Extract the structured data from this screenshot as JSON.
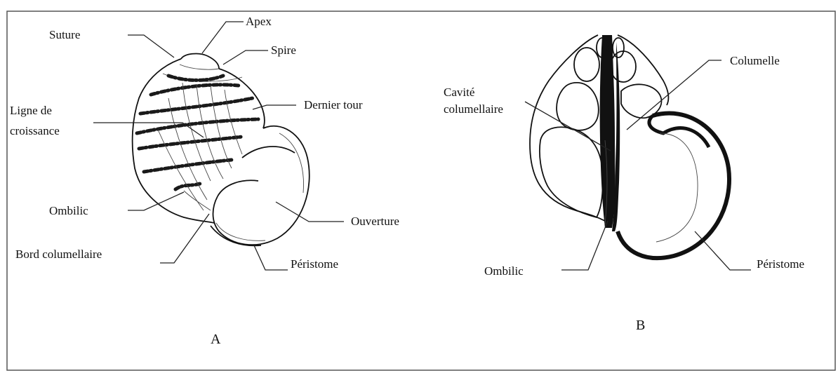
{
  "labels_a": {
    "suture": "Suture",
    "apex": "Apex",
    "spire": "Spire",
    "dernier_tour": "Dernier tour",
    "ligne_de_croissance_1": "Ligne de",
    "ligne_de_croissance_2": "croissance",
    "ombilic": "Ombilic",
    "ouverture": "Ouverture",
    "bord_columellaire": "Bord columellaire",
    "peristome": "Péristome",
    "panel_letter": "A"
  },
  "labels_b": {
    "cavite_1": "Cavité",
    "cavite_2": "columellaire",
    "columelle": "Columelle",
    "ombilic": "Ombilic",
    "peristome": "Péristome",
    "panel_letter": "B"
  },
  "colors": {
    "ink": "#111111",
    "frame": "#555555",
    "background": "#ffffff"
  }
}
